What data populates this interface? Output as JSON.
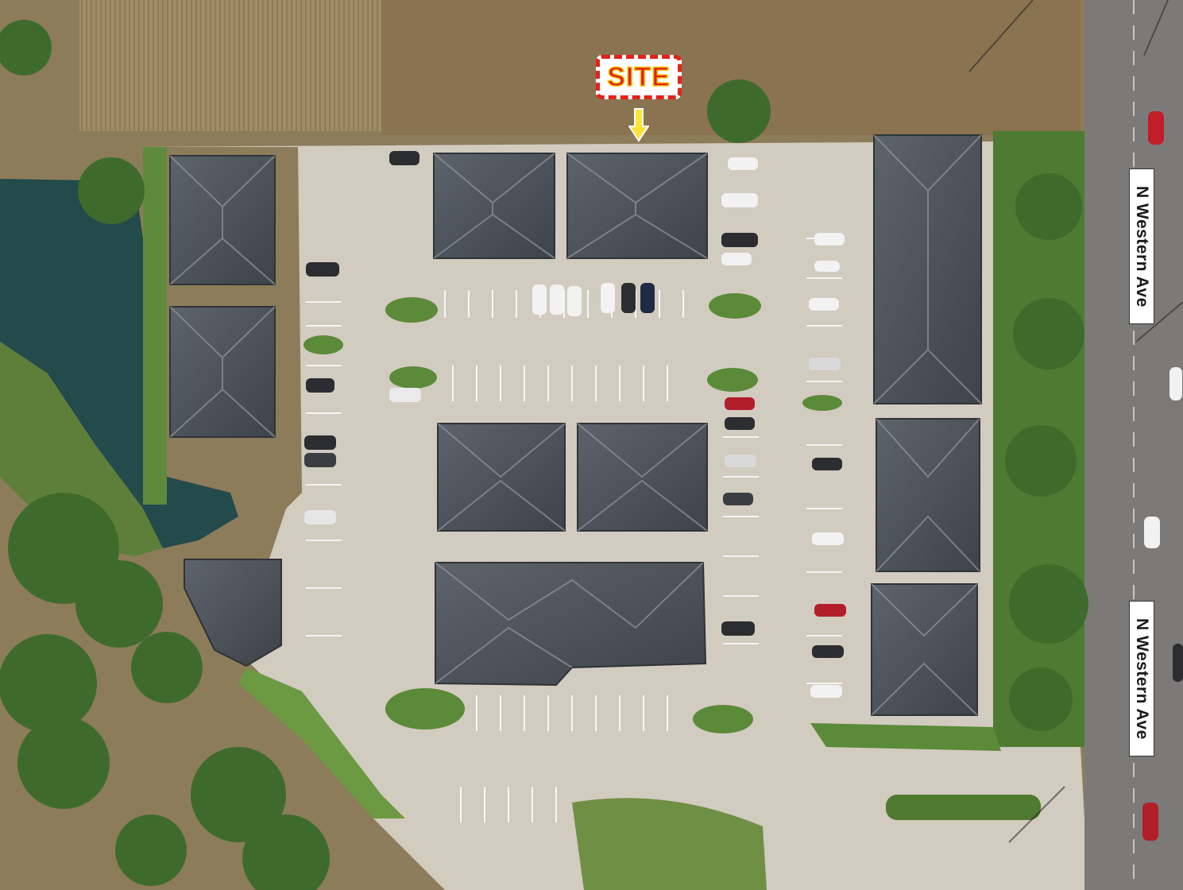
{
  "image": {
    "site_label": "SITE",
    "street_label_top": "N Western Ave",
    "street_label_bottom": "N Western Ave",
    "icons": {
      "site_arrow": "arrow-down-icon"
    },
    "colors": {
      "site_red": "#e2231a",
      "site_yellow": "#f5c400",
      "roof": "#4e545b",
      "pavement": "#d3cdc3",
      "grass": "#5e8a3a",
      "pond": "#224a4a",
      "field": "#9a8660"
    }
  }
}
